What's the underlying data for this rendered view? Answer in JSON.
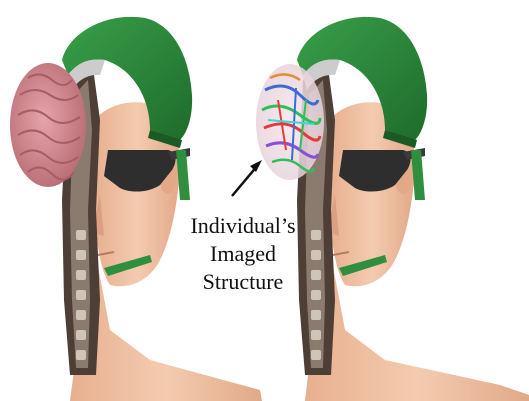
{
  "annotation": {
    "lines": [
      "Individual’s",
      "Imaged",
      "Structure"
    ]
  },
  "panels": [
    {
      "name": "head-model-with-brain-surface"
    },
    {
      "name": "head-model-with-fiber-tracts"
    }
  ],
  "colors": {
    "helmet": "#2f8f3e",
    "helmet_dark": "#1f6b2b",
    "skin": "#f1c3a3",
    "skin_shadow": "#d9a283",
    "brain": "#d98f95",
    "brain_shadow": "#b56a72",
    "eyewear": "#2f2f2f",
    "skull_section": "#5a4a40",
    "strap": "#2f8f3e",
    "arrow": "#111111"
  }
}
